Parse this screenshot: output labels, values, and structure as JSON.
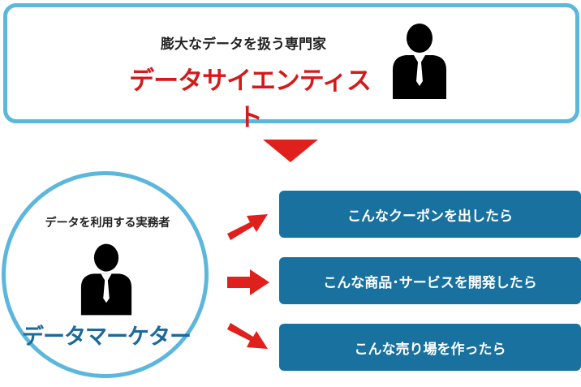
{
  "top": {
    "subtitle": "膨大なデータを扱う専門家",
    "title": "データサイエンティスト",
    "icon": "businessman-icon"
  },
  "bottom": {
    "subtitle": "データを利用する実務者",
    "title": "データマーケター",
    "icon": "businessman-icon"
  },
  "actions": [
    "こんなクーポンを出したら",
    "こんな商品･サービスを開発したら",
    "こんな売り場を作ったら"
  ],
  "colors": {
    "border": "#5cb7dc",
    "accent_red": "#d41b1b",
    "box_blue": "#19719f",
    "title_blue": "#1d6a98",
    "arrow_red": "#e0201c"
  }
}
